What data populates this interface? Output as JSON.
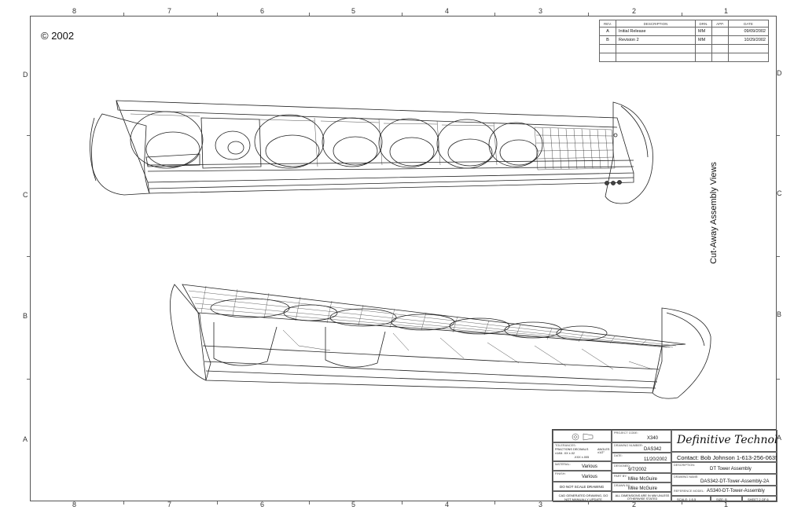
{
  "border": {
    "col_labels_top": [
      "8",
      "7",
      "6",
      "5",
      "4",
      "3",
      "2",
      "1"
    ],
    "col_labels_bottom": [
      "8",
      "7",
      "6",
      "5",
      "4",
      "3",
      "2",
      "1"
    ],
    "row_labels_left": [
      "D",
      "C",
      "B",
      "A"
    ],
    "row_labels_right": [
      "D",
      "C",
      "B",
      "A"
    ]
  },
  "copyright": "© 2002",
  "revisions": {
    "headers": [
      "REV.",
      "DESCRIPTION",
      "DRN.",
      "APP.",
      "DATE"
    ],
    "rows": [
      {
        "rev": "A",
        "desc": "Initial Release",
        "drn": "MM",
        "app": "",
        "date": "09/09/2002"
      },
      {
        "rev": "B",
        "desc": "Revision 2",
        "drn": "MM",
        "app": "",
        "date": "10/29/2002"
      }
    ]
  },
  "view_title": "Cut-Away Assembly Views",
  "title_block": {
    "tolerances_label": "TOLERANCES:",
    "tol_line1": "FRACTIONS   DECIMALS",
    "tol_line2": "±1/64   .XX ±.02",
    "tol_line3": ".XXX ±.005",
    "angles": "ANGLES ±1/2°",
    "project_code_label": "PROJECT CODE:",
    "project_code": "X340",
    "drawing_number_label": "DRAWING NUMBER:",
    "drawing_number": "DAS342",
    "date_label": "DATE:",
    "date": "11/20/2002",
    "material_label": "MATERIAL:",
    "material": "Various",
    "finish_label": "FINISH:",
    "finish": "Various",
    "designed_label": "DESIGNED:",
    "designed": "9/7/2002",
    "part_by_label": "PART BY:",
    "part_by": "Mike McGuire",
    "drawn_by_label": "DRAWN BY:",
    "drawn_by": "Mike McGuire",
    "do_not_scale": "DO NOT SCALE DRAWING",
    "cad_note": "CAD GENERATED DRAWING, DO NOT MANUALLY UPDATE",
    "dims_note": "ALL DIMENSIONS ARE IN MM UNLESS OTHERWISE STATED",
    "brand": "Definitive Technology",
    "contact": "Contact: Bob Johnson  1-613-256-0635",
    "description_label": "DESCRIPTION:",
    "description": "DT Tower Assembly",
    "drawing_name_label": "DRAWING NAME:",
    "drawing_name": "DAS342-DT-Tower-Assembly-2A",
    "reference_model_label": "REFERENCE MODEL:",
    "reference_model": "AS340-DT-Tower-Assembly",
    "scale": "SCALE: 1:5.5",
    "size": "SIZE: B",
    "sheet": "SHEET 2 OF 6"
  }
}
